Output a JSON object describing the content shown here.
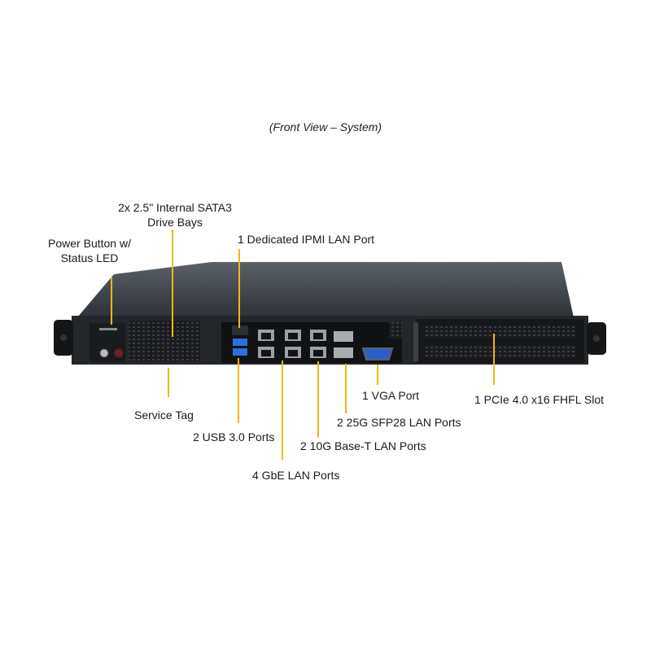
{
  "caption": "(Front View – System)",
  "labels": {
    "drive_bays": [
      "2x 2.5\" Internal  SATA3",
      "Drive Bays"
    ],
    "power_button": [
      "Power Button w/",
      "Status LED"
    ],
    "ipmi": "1 Dedicated IPMI  LAN Port",
    "service_tag": "Service Tag",
    "usb": "2 USB 3.0 Ports",
    "gbe": "4 GbE LAN Ports",
    "base_t": "2 10G Base-T LAN Ports",
    "sfp28": "2 25G SFP28 LAN Ports",
    "vga": "1 VGA Port",
    "pcie": "1 PCIe 4.0 x16 FHFL Slot"
  },
  "colors": {
    "leader": "#f2b61c",
    "chassis": "#2a2d31",
    "panel": "#111214"
  }
}
